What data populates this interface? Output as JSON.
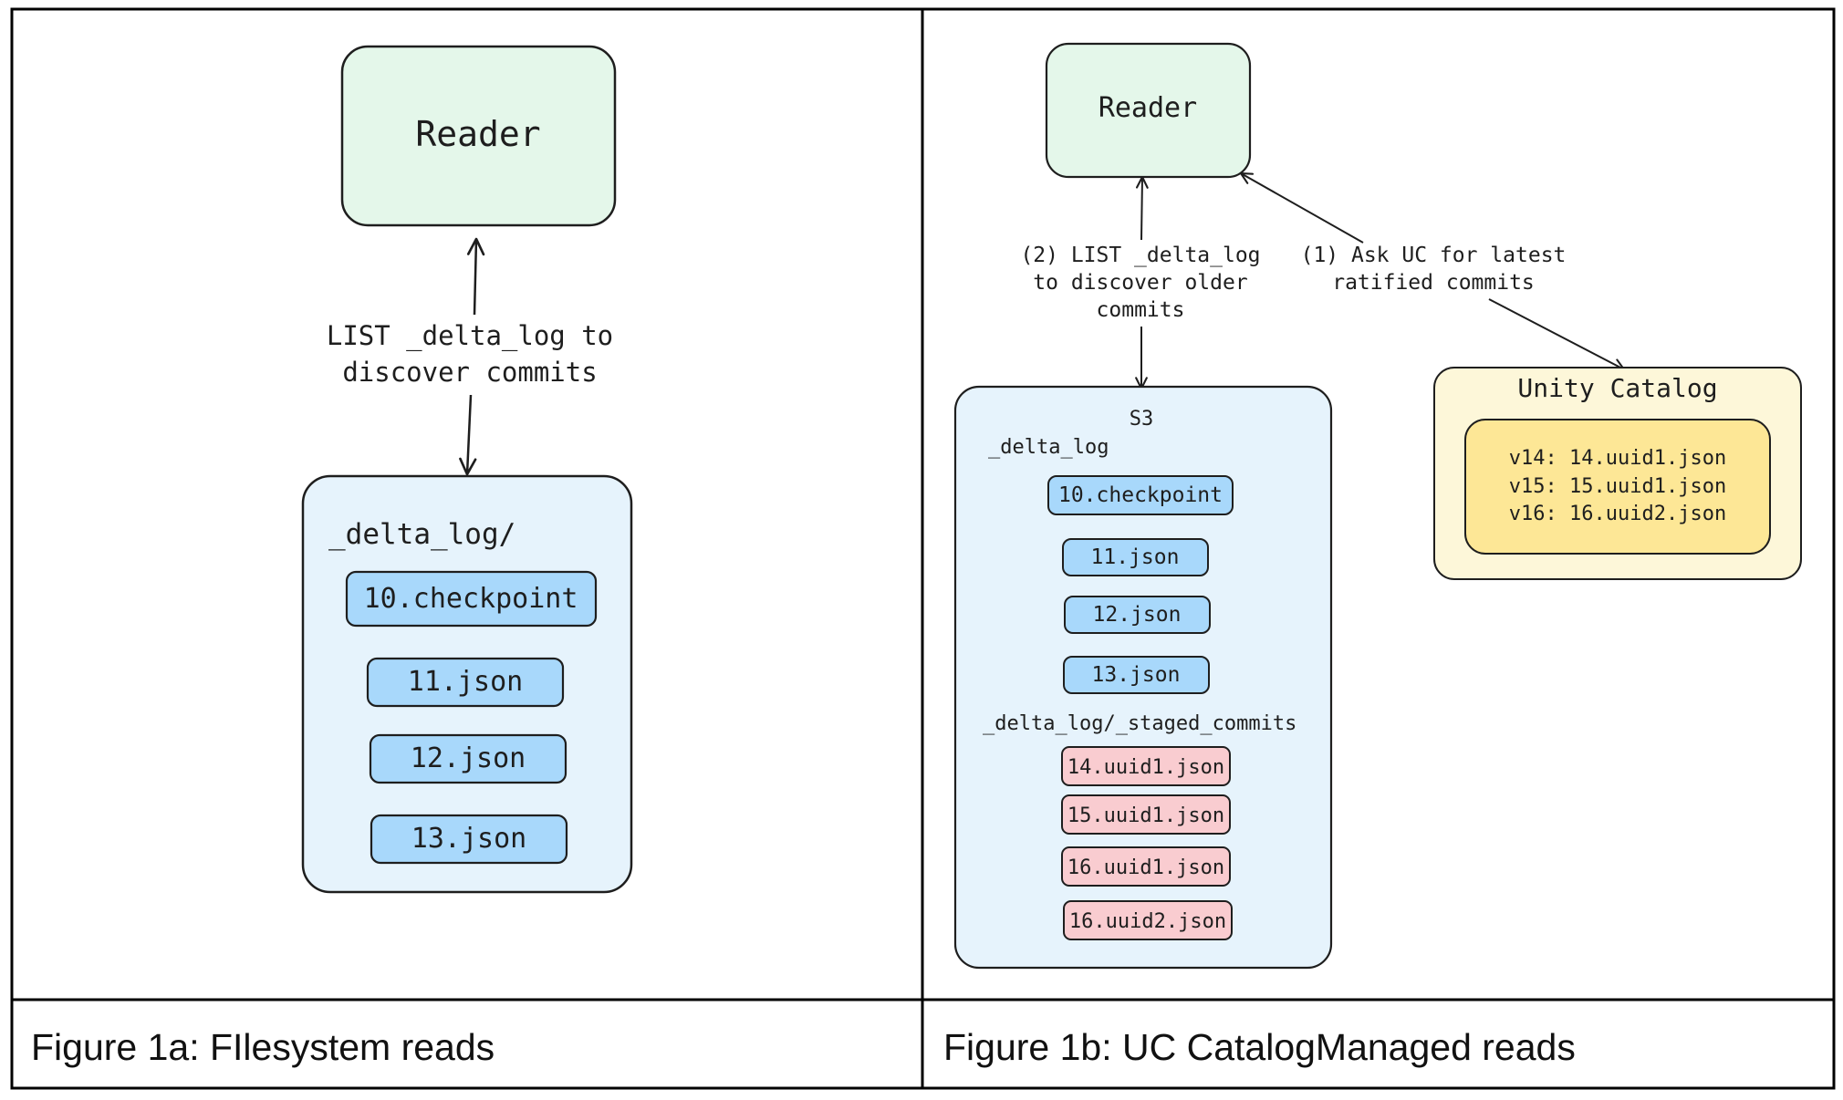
{
  "colors": {
    "reader_fill": "#e4f7ea",
    "container_fill": "#e6f3fc",
    "file_fill": "#a8d8fb",
    "staged_fill": "#f9ccd0",
    "uc_outer_fill": "#fdf7d9",
    "uc_inner_fill": "#fde796",
    "stroke": "#1e1e1e"
  },
  "figure_a": {
    "reader_label": "Reader",
    "arrow_label_line1": "LIST _delta_log to",
    "arrow_label_line2": "discover commits",
    "container_label": "_delta_log/",
    "files": [
      "10.checkpoint",
      "11.json",
      "12.json",
      "13.json"
    ],
    "caption": "Figure 1a: FIlesystem reads"
  },
  "figure_b": {
    "reader_label": "Reader",
    "list_label_line1": "(2) LIST _delta_log",
    "list_label_line2": "to discover older",
    "list_label_line3": "commits",
    "ask_label_line1": "(1) Ask UC for latest",
    "ask_label_line2": "ratified commits",
    "s3_label": "S3",
    "delta_log_label": "_delta_log",
    "files": [
      "10.checkpoint",
      "11.json",
      "12.json",
      "13.json"
    ],
    "staged_label": "_delta_log/_staged_commits",
    "staged_files": [
      "14.uuid1.json",
      "15.uuid1.json",
      "16.uuid1.json",
      "16.uuid2.json"
    ],
    "uc_title": "Unity Catalog",
    "uc_entries": [
      "v14: 14.uuid1.json",
      "v15: 15.uuid1.json",
      "v16: 16.uuid2.json"
    ],
    "caption": "Figure 1b: UC CatalogManaged reads"
  }
}
